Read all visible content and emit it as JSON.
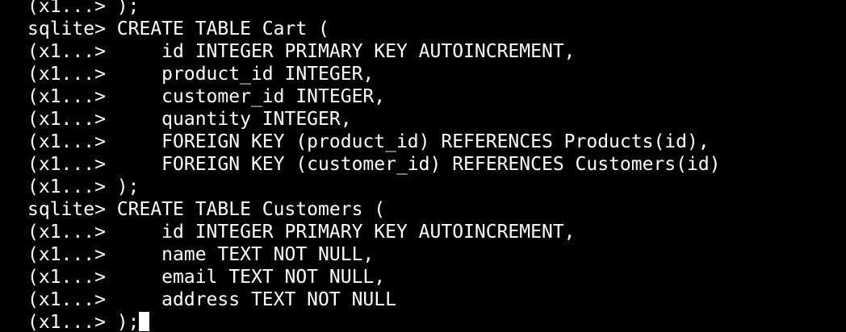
{
  "terminal": {
    "lines": [
      "(x1...> );",
      "sqlite> CREATE TABLE Cart (",
      "(x1...>     id INTEGER PRIMARY KEY AUTOINCREMENT,",
      "(x1...>     product_id INTEGER,",
      "(x1...>     customer_id INTEGER,",
      "(x1...>     quantity INTEGER,",
      "(x1...>     FOREIGN KEY (product_id) REFERENCES Products(id),",
      "(x1...>     FOREIGN KEY (customer_id) REFERENCES Customers(id)",
      "(x1...> );",
      "sqlite> CREATE TABLE Customers (",
      "(x1...>     id INTEGER PRIMARY KEY AUTOINCREMENT,",
      "(x1...>     name TEXT NOT NULL,",
      "(x1...>     email TEXT NOT NULL,",
      "(x1...>     address TEXT NOT NULL",
      "(x1...> );"
    ],
    "colors": {
      "background": "#000000",
      "foreground": "#ffffff"
    }
  }
}
